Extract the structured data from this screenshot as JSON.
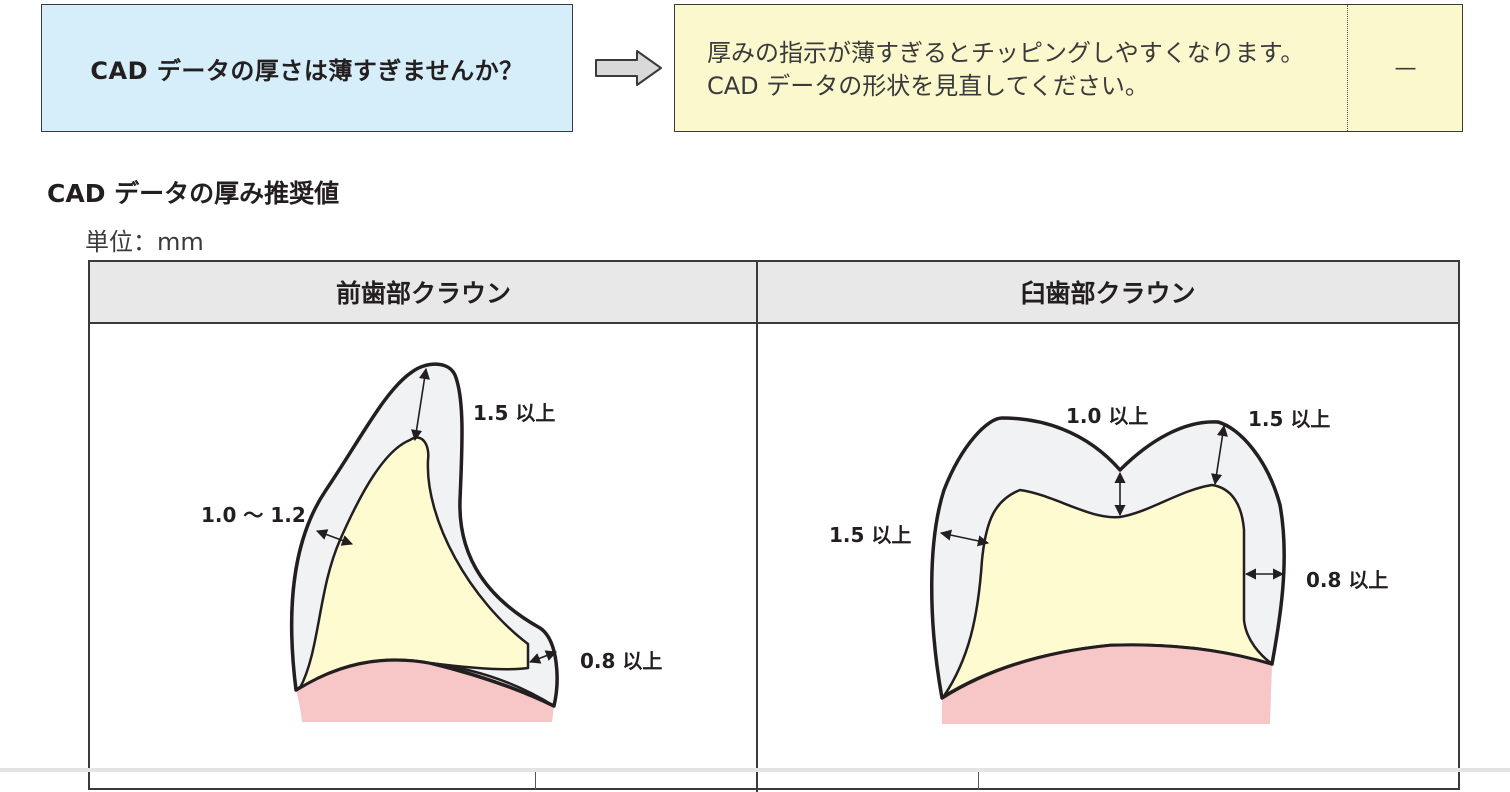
{
  "question": "CAD データの厚さは薄すぎませんか？",
  "answer": "厚みの指示が薄すぎるとチッピングしやすくなります。CAD データの形状を見直してください。",
  "answer_side": "—",
  "section_title": "CAD データの厚み推奨値",
  "unit": "単位：mm",
  "table": {
    "col1": "前歯部クラウン",
    "col2": "臼歯部クラウン"
  },
  "anterior_labels": {
    "incisal": "1.5 以上",
    "labial": "1.0 〜 1.2",
    "margin": "0.8 以上"
  },
  "molar_labels": {
    "center": "1.0 以上",
    "cusp": "1.5 以上",
    "side_left": "1.5 以上",
    "side_right": "0.8 以上"
  },
  "colors": {
    "question_bg": "#d6eefa",
    "answer_bg": "#fbf8cd",
    "crown_outer": "#f1f2f4",
    "core": "#fffbd0",
    "gum": "#f7c6c6"
  }
}
